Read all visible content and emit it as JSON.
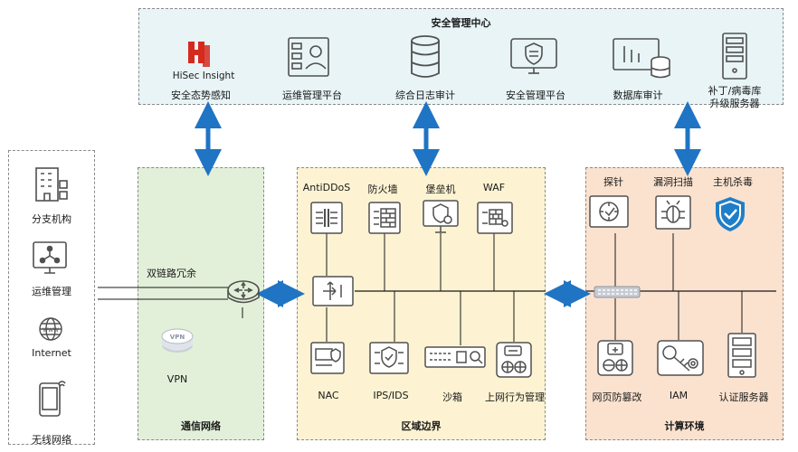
{
  "colors": {
    "soc_fill": "#e8f4f6",
    "comm_fill": "#e2f0d9",
    "border_fill": "#fdf3d2",
    "compute_fill": "#fbe2cf",
    "arrow_blue": "#1f74c4",
    "icon_gray": "#505050",
    "shield_blue": "#1f7ec8"
  },
  "soc": {
    "title": "安全管理中心",
    "brand_text": "HiSec Insight",
    "items": [
      {
        "label": "安全态势感知",
        "icon": "hisec-logo"
      },
      {
        "label": "运维管理平台",
        "icon": "ops-platform-icon"
      },
      {
        "label": "综合日志审计",
        "icon": "database-icon"
      },
      {
        "label": "安全管理平台",
        "icon": "shield-monitor-icon"
      },
      {
        "label": "数据库审计",
        "icon": "db-audit-icon"
      },
      {
        "label": "补丁/病毒库",
        "label2": "升级服务器",
        "icon": "server-icon"
      }
    ]
  },
  "left": {
    "items": [
      {
        "label": "分支机构",
        "icon": "building-icon"
      },
      {
        "label": "运维管理",
        "icon": "network-monitor-icon"
      },
      {
        "label": "Internet",
        "icon": "globe-icon"
      },
      {
        "label": "无线网络",
        "icon": "mobile-icon"
      }
    ]
  },
  "comm": {
    "title": "通信网络",
    "link_label": "双链路冗余",
    "vpn_label": "VPN",
    "vpn_badge": "VPN"
  },
  "border": {
    "title": "区域边界",
    "top": [
      {
        "label": "AntiDDoS",
        "icon": "antiddos-icon"
      },
      {
        "label": "防火墙",
        "icon": "firewall-icon"
      },
      {
        "label": "堡垒机",
        "icon": "bastion-icon"
      },
      {
        "label": "WAF",
        "icon": "waf-icon"
      }
    ],
    "bottom": [
      {
        "label": "NAC",
        "icon": "nac-icon"
      },
      {
        "label": "IPS/IDS",
        "icon": "ips-icon"
      },
      {
        "label": "沙箱",
        "icon": "sandbox-icon"
      },
      {
        "label": "上网行为管理",
        "icon": "behavior-icon"
      }
    ]
  },
  "compute": {
    "title": "计算环境",
    "top": [
      {
        "label": "探针",
        "icon": "probe-icon"
      },
      {
        "label": "漏洞扫描",
        "icon": "vuln-scan-icon"
      },
      {
        "label": "主机杀毒",
        "icon": "antivirus-shield-icon"
      }
    ],
    "bottom": [
      {
        "label": "网页防篡改",
        "icon": "web-tamper-icon"
      },
      {
        "label": "IAM",
        "icon": "iam-icon"
      },
      {
        "label": "认证服务器",
        "icon": "auth-server-icon"
      }
    ]
  }
}
